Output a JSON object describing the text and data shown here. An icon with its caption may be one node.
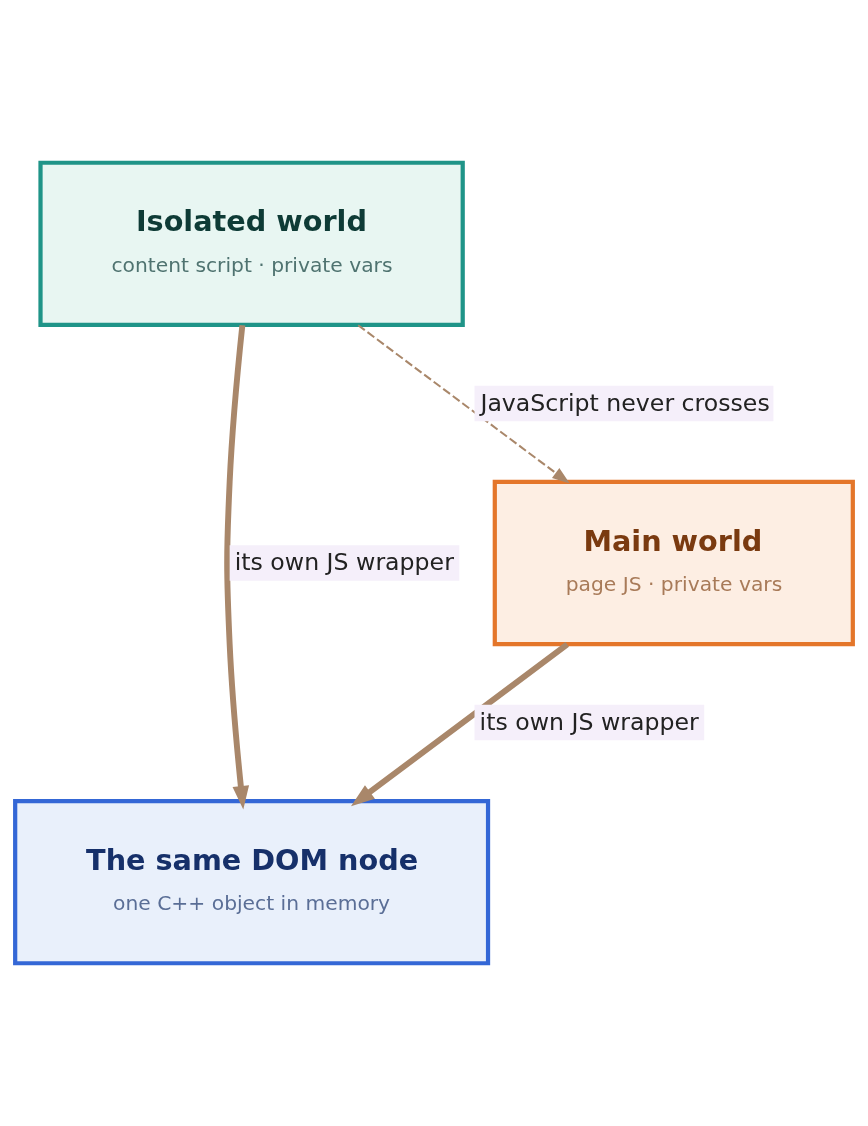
{
  "diagram": {
    "nodes": [
      {
        "text": [
          "Isolated world",
          "content script · private vars"
        ]
      },
      {
        "text": [
          "Main world",
          "page JS · private vars"
        ]
      },
      {
        "text": [
          "The same DOM node",
          "one C++ object in memory"
        ]
      }
    ],
    "edges": [
      {
        "from": 0,
        "to": 2,
        "arrow": "to",
        "label": "its own JS wrapper"
      },
      {
        "from": 0,
        "to": 1,
        "arrow": "to",
        "label": "JavaScript never crosses",
        "style": "dashed"
      },
      {
        "from": 1,
        "to": 2,
        "arrow": "to",
        "label": "its own JS wrapper"
      }
    ]
  }
}
